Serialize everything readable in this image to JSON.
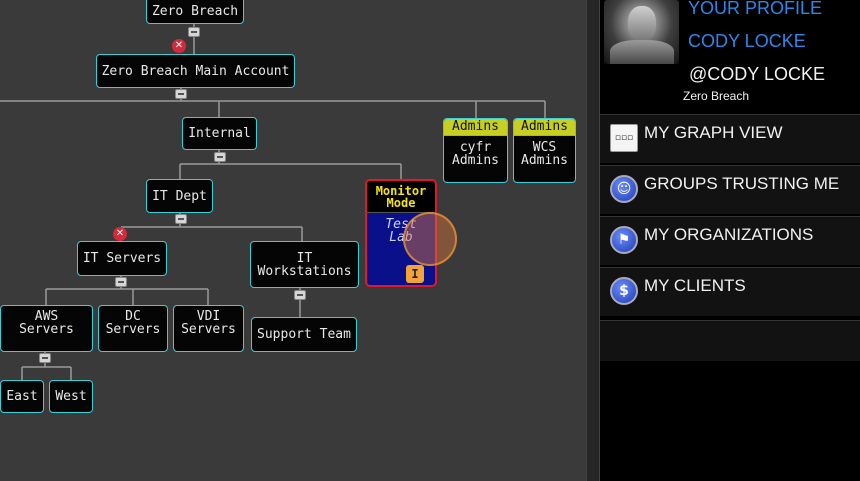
{
  "org_chart": {
    "nodes": {
      "zero_breach": "Zero Breach",
      "main_account": "Zero Breach Main Account",
      "internal": "Internal",
      "admins_cyfr": {
        "header": "Admins",
        "body": "cyfr\nAdmins"
      },
      "admins_wcs": {
        "header": "Admins",
        "body": "WCS\nAdmins"
      },
      "it_dept": "IT Dept",
      "monitor_mode": {
        "header": "Monitor\nMode",
        "body": "Test\nLab",
        "badge": "I"
      },
      "it_servers": "IT Servers",
      "it_workstations": "IT\nWorkstations",
      "aws_servers": "AWS\nServers",
      "dc_servers": "DC\nServers",
      "vdi_servers": "VDI\nServers",
      "support_team": "Support Team",
      "east": "East",
      "west": "West"
    },
    "colors": {
      "node_border": "#35d0d8",
      "admin_header": "#c7cf22",
      "monitor_border": "#e0192a",
      "monitor_fill": "#0a108a",
      "monitor_title": "#f3e21c",
      "error_mark": "#d42a3c"
    }
  },
  "profile": {
    "link_label": "YOUR PROFILE",
    "name": "CODY LOCKE",
    "handle": "@CODY LOCKE",
    "org": "Zero Breach",
    "link_color": "#2f86e8"
  },
  "menu": {
    "items": [
      {
        "label": "MY GRAPH VIEW",
        "icon": "graph-icon"
      },
      {
        "label": "GROUPS TRUSTING ME",
        "icon": "groups-icon"
      },
      {
        "label": "MY ORGANIZATIONS",
        "icon": "organizations-icon"
      },
      {
        "label": "MY CLIENTS",
        "icon": "dollar-icon"
      }
    ]
  }
}
